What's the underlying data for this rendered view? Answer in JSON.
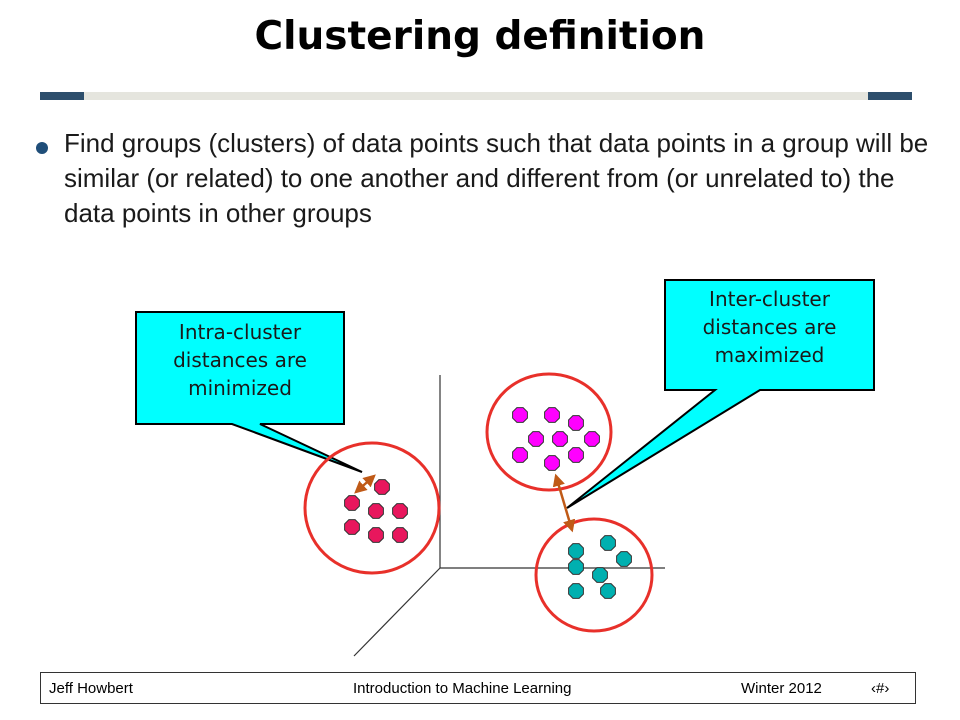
{
  "slide": {
    "title": "Clustering definition",
    "bullet": "Find groups (clusters) of data points such that data points in a group will be similar (or related) to one another and different from (or unrelated to) the data points in other groups"
  },
  "callouts": {
    "intra": "Intra-cluster distances are minimized",
    "inter": "Inter-cluster distances are maximized"
  },
  "colors": {
    "title_rule_accent": "#2d4e6c",
    "title_rule": "#e5e5de",
    "bullet": "#1f4e79",
    "callout_fill": "#00ffff",
    "cluster_circle": "#e8302a",
    "cluster_red": "#e8175d",
    "cluster_magenta": "#ff00ff",
    "cluster_teal": "#00b0b0",
    "distance_arrow": "#c05a17"
  },
  "footer": {
    "author": "Jeff Howbert",
    "course": "Introduction to Machine Learning",
    "term": "Winter 2012",
    "page": "‹#›"
  }
}
